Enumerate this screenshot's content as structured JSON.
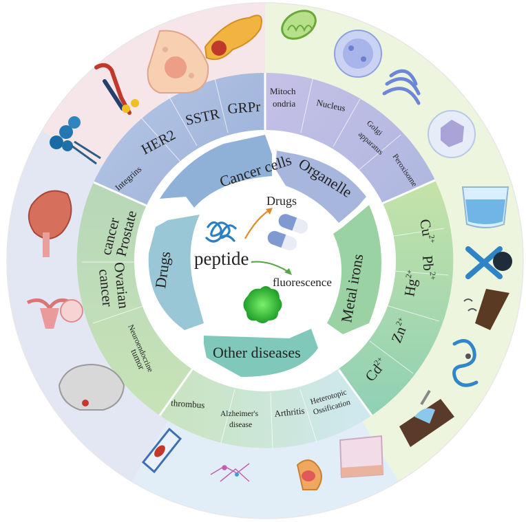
{
  "center": {
    "molecule": "peptide",
    "drugs": "Drugs",
    "fluorescence": "fluorescence"
  },
  "sections": {
    "cancer_cells": "Cancer cells",
    "organelle": "Organelle",
    "metal_irons": "Metal irons",
    "other_diseases": "Other diseases",
    "drugs": "Drugs"
  },
  "cancer_cells_items": {
    "integrins": "Integrins",
    "her2": "HER2",
    "sstr": "SSTR",
    "grpr": "GRPr"
  },
  "organelle_items": {
    "mito_1": "Mitoch",
    "mito_2": "ondria",
    "nucleus": "Nucleus",
    "golgi_1": "Golgi",
    "golgi_2": "apparatus",
    "peroxisome": "Peroxisome"
  },
  "metal_items": {
    "cu": "Cu",
    "cu_charge": "2+",
    "pb": "Pb",
    "pb_charge": "2+",
    "hg": "Hg",
    "hg_charge": "2+",
    "zn": "Zn",
    "zn_charge": "2+",
    "cd": "Cd",
    "cd_charge": "2+"
  },
  "disease_items": {
    "thrombus": "thrombus",
    "alz_1": "Alzheimer's",
    "alz_2": "disease",
    "arthritis": "Arthritis",
    "hetero_1": "Heterotopic",
    "hetero_2": "Ossification"
  },
  "drug_items": {
    "prostate_1": "Prostate",
    "prostate_2": "cancer",
    "ovarian_1": "Ovarian",
    "ovarian_2": "cancer",
    "neuro_1": "Neuroendocrine",
    "neuro_2": "tumor"
  },
  "colors": {
    "cancer": "#a3b8dd",
    "organelle": "#b8b5e0",
    "metal": "#aad69a",
    "disease": "#7fc7bd",
    "drugs": "#9ec8d8",
    "outer_pink": "#f6e6ea",
    "outer_green": "#eef5de",
    "outer_lavender": "#e3e6f3",
    "outer_blue": "#e2eef7"
  }
}
